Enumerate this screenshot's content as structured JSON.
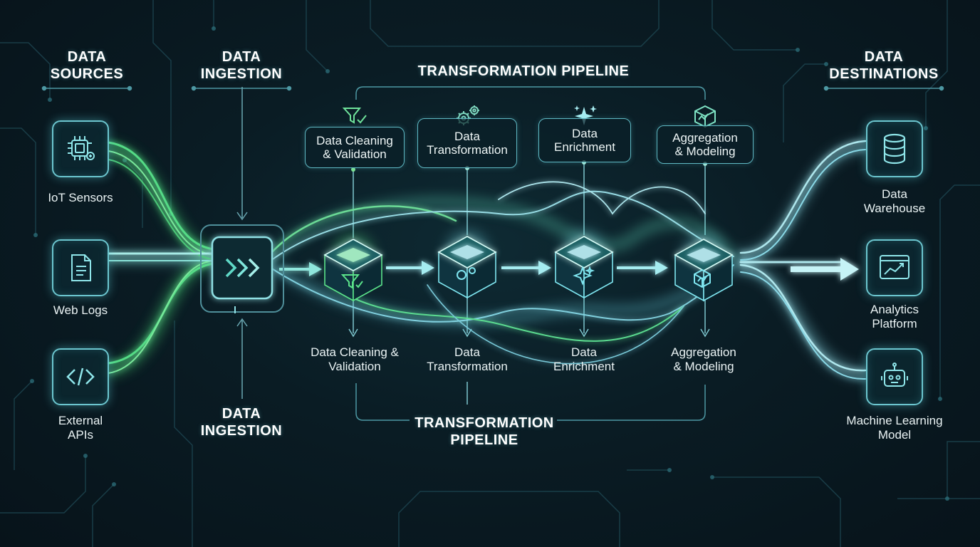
{
  "headers": {
    "sources": [
      "DATA",
      "SOURCES"
    ],
    "ingestion_top": [
      "DATA",
      "INGESTION"
    ],
    "pipeline_top": "TRANSFORMATION PIPELINE",
    "destinations": [
      "DATA",
      "DESTINATIONS"
    ],
    "ingestion_bottom": [
      "DATA",
      "INGESTION"
    ],
    "pipeline_bottom": [
      "TRANSFORMATION",
      "PIPELINE"
    ]
  },
  "sources": [
    {
      "label": [
        "IoT Sensors"
      ],
      "icon": "chip-icon"
    },
    {
      "label": [
        "Web Logs"
      ],
      "icon": "document-icon"
    },
    {
      "label": [
        "External",
        "APIs"
      ],
      "icon": "code-icon"
    }
  ],
  "stages_top": [
    {
      "label": [
        "Data Cleaning",
        "& Validation"
      ],
      "icon": "filter-check-icon"
    },
    {
      "label": [
        "Data",
        "Transformation"
      ],
      "icon": "gears-icon"
    },
    {
      "label": [
        "Data",
        "Enrichment"
      ],
      "icon": "sparkle-icon"
    },
    {
      "label": [
        "Aggregation",
        "& Modeling"
      ],
      "icon": "cube-icon"
    }
  ],
  "stages_bottom": [
    [
      "Data Cleaning &",
      "Validation"
    ],
    [
      "Data",
      "Transformation"
    ],
    [
      "Data",
      "Enrichment"
    ],
    [
      "Aggregation",
      "& Modeling"
    ]
  ],
  "destinations": [
    {
      "label": [
        "Data",
        "Warehouse"
      ],
      "icon": "database-icon"
    },
    {
      "label": [
        "Analytics",
        "Platform"
      ],
      "icon": "analytics-chart-icon"
    },
    {
      "label": [
        "Machine Learning",
        "Model"
      ],
      "icon": "robot-icon"
    }
  ],
  "colors": {
    "accent_green": "#5be38a",
    "accent_cyan": "#7fe6f0",
    "line": "#4d98a3",
    "background": "#0a1c24"
  }
}
